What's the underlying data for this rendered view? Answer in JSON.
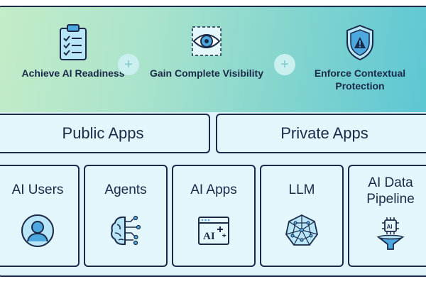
{
  "pillars": [
    {
      "label": "Achieve AI Readiness",
      "icon": "clipboard-checklist-icon"
    },
    {
      "label": "Gain Complete Visibility",
      "icon": "eye-icon"
    },
    {
      "label": "Enforce Contextual Protection",
      "icon": "shield-warning-icon"
    }
  ],
  "separator": "+",
  "apps": {
    "public": "Public Apps",
    "private": "Private Apps"
  },
  "cards": [
    {
      "title": "AI Users",
      "icon": "user-icon"
    },
    {
      "title": "Agents",
      "icon": "brain-circuit-icon"
    },
    {
      "title": "AI Apps",
      "icon": "ai-window-icon",
      "icon_text": "AI"
    },
    {
      "title": "LLM",
      "icon": "network-sphere-icon"
    },
    {
      "title": "AI Data Pipeline",
      "icon": "chip-funnel-icon",
      "icon_text": "AI"
    }
  ],
  "colors": {
    "navy": "#1c2a4a",
    "panel": "#e3f6fb",
    "accent": "#4ca8de"
  }
}
